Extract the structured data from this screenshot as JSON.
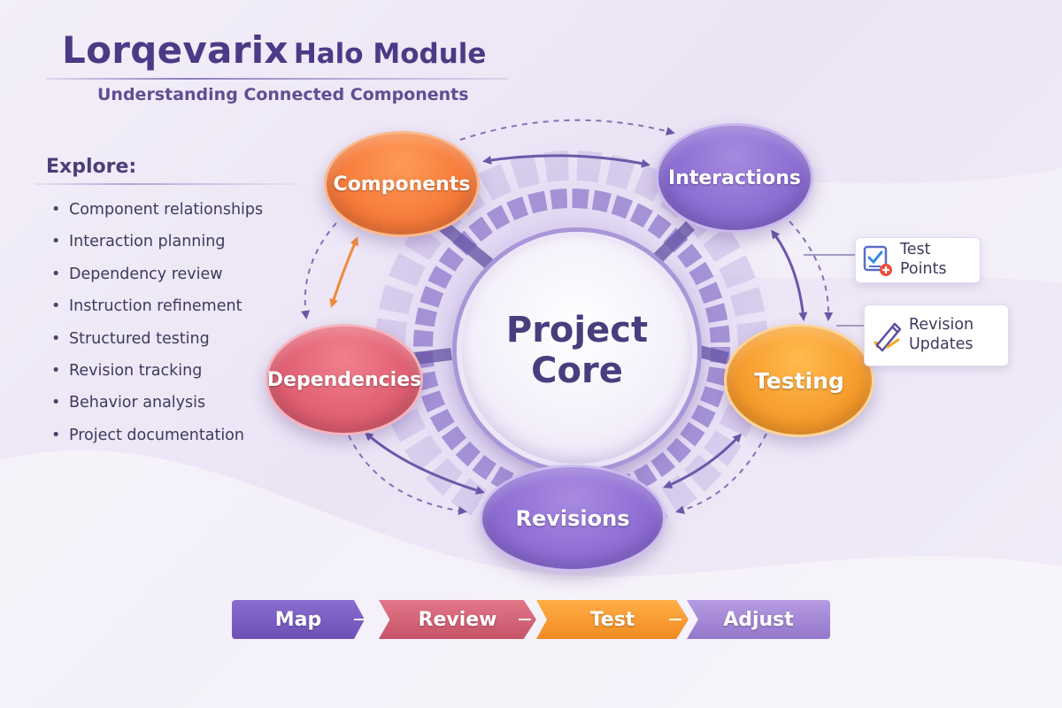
{
  "header": {
    "title_main": "Lorqevarix",
    "title_sub": "Halo Module",
    "subtitle": "Understanding Connected Components"
  },
  "explore": {
    "heading": "Explore:",
    "bullet": "•",
    "items": [
      "Component relationships",
      "Interaction planning",
      "Dependency review",
      "Instruction refinement",
      "Structured testing",
      "Revision tracking",
      "Behavior analysis",
      "Project documentation"
    ]
  },
  "diagram": {
    "core_label": "Project Core",
    "nodes": {
      "components": "Components",
      "interactions": "Interactions",
      "dependencies": "Dependencies",
      "testing": "Testing",
      "revisions": "Revisions"
    },
    "callouts": {
      "test_points": "Test Points",
      "revision_updates": "Revision Updates"
    },
    "colors": {
      "components": "#f57a3a",
      "interactions": "#8b6cd1",
      "dependencies": "#df5f72",
      "testing": "#f69b2c",
      "revisions": "#8e6dd3",
      "arrow": "#6a58a8"
    }
  },
  "workflow": {
    "steps": [
      "Map",
      "Review",
      "Test",
      "Adjust"
    ]
  }
}
